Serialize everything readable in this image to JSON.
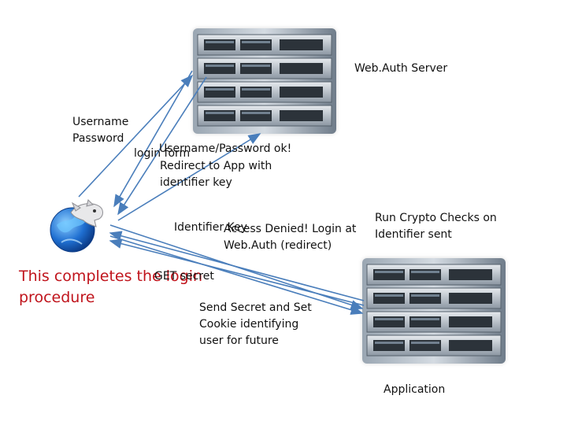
{
  "labels": {
    "webauth_server": "Web.Auth Server",
    "username_password": "Username\nPassword",
    "login_form": "login form",
    "username_ok": "Username/Password ok!",
    "redirect": "Redirect to App with\nidentifier key",
    "identifier_key": "Identifier Key",
    "access_denied": "Access Denied! Login at\nWeb.Auth (redirect)",
    "run_crypto": "Run Crypto Checks on\nIdentifier sent",
    "completes": "This completes the login\nprocedure",
    "get_secret": "GET secret",
    "send_secret": "Send Secret and Set\nCookie identifying\nuser for future",
    "application": "Application"
  },
  "colors": {
    "arrow": "#4a7ebb",
    "highlight_text": "#c0141c"
  },
  "icons": {
    "client": "browser-globe-icon",
    "server": "server-rack-icon"
  }
}
